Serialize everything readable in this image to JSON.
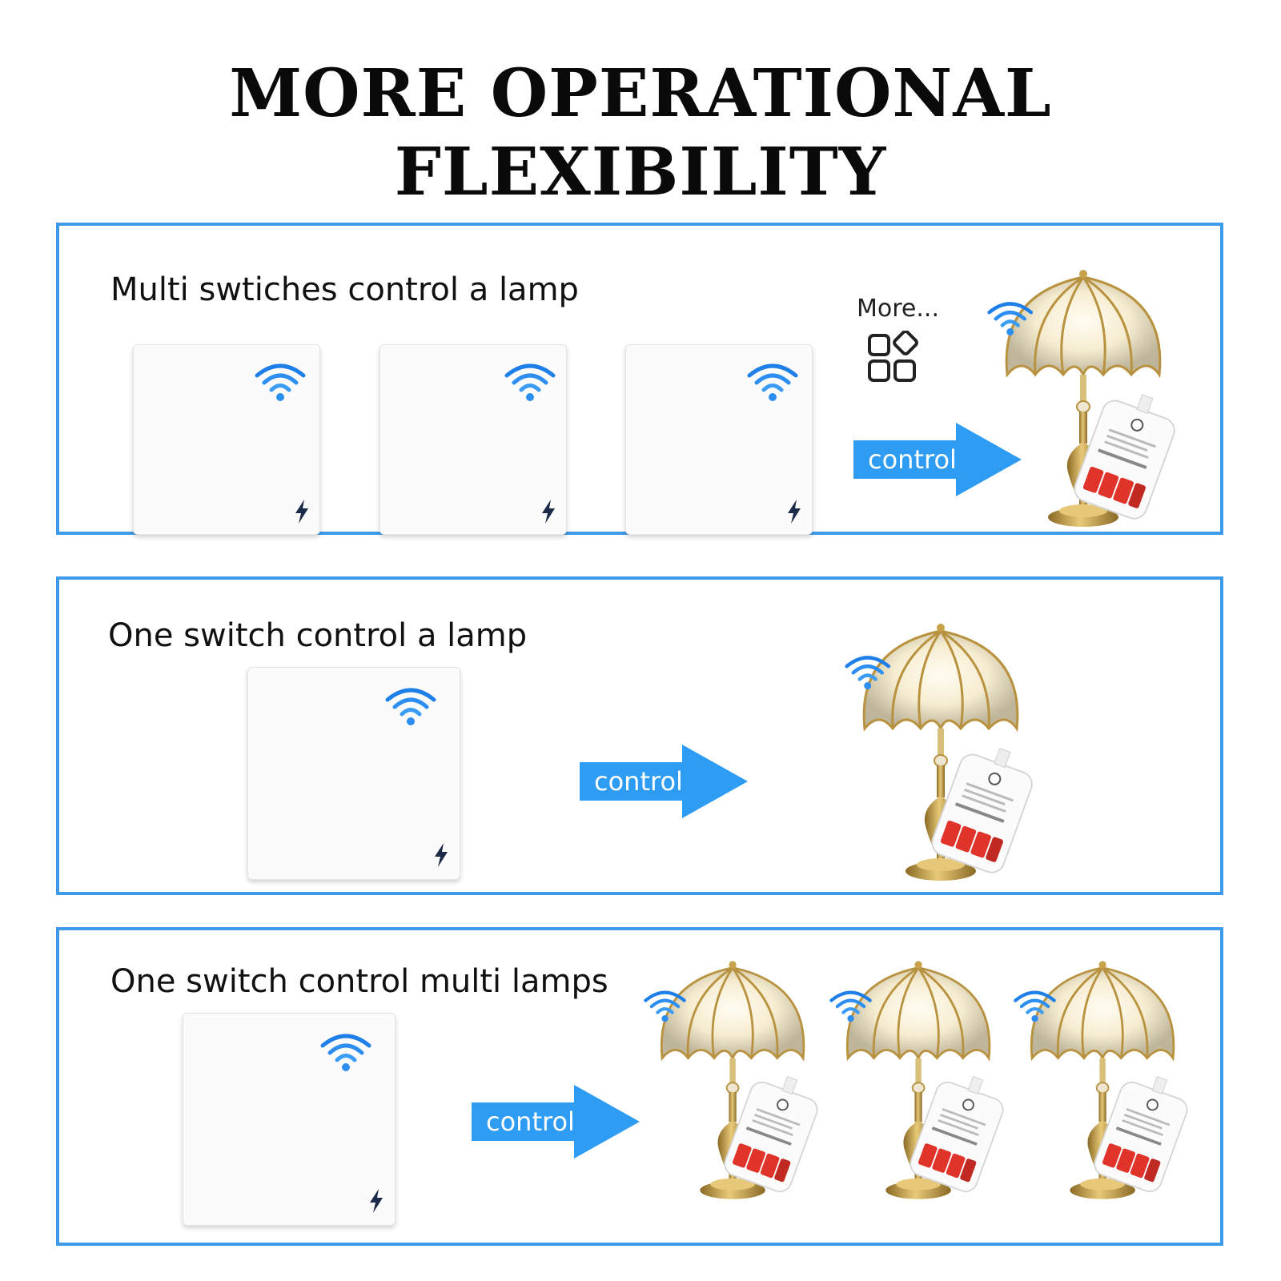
{
  "title": {
    "line1": "MORE OPERATIONAL",
    "line2": "FLEXIBILITY"
  },
  "colors": {
    "frame_border": "#3d9be9",
    "arrow_fill": "#2f9cf4",
    "wifi_blue": "#1e7fe8",
    "brass": "#c7a24b"
  },
  "panels": [
    {
      "heading": "Multi swtiches control a lamp",
      "arrow_label": "control",
      "more_label": "More...",
      "more_icon": "apps-grid-icon"
    },
    {
      "heading": "One switch control a lamp",
      "arrow_label": "control"
    },
    {
      "heading": "One switch control multi lamps",
      "arrow_label": "control"
    }
  ],
  "icons": {
    "switch_signal": "wifi-icon",
    "switch_power": "lightning-bolt-icon",
    "lamp": "table-lamp-icon",
    "receiver": "receiver-module-icon"
  }
}
